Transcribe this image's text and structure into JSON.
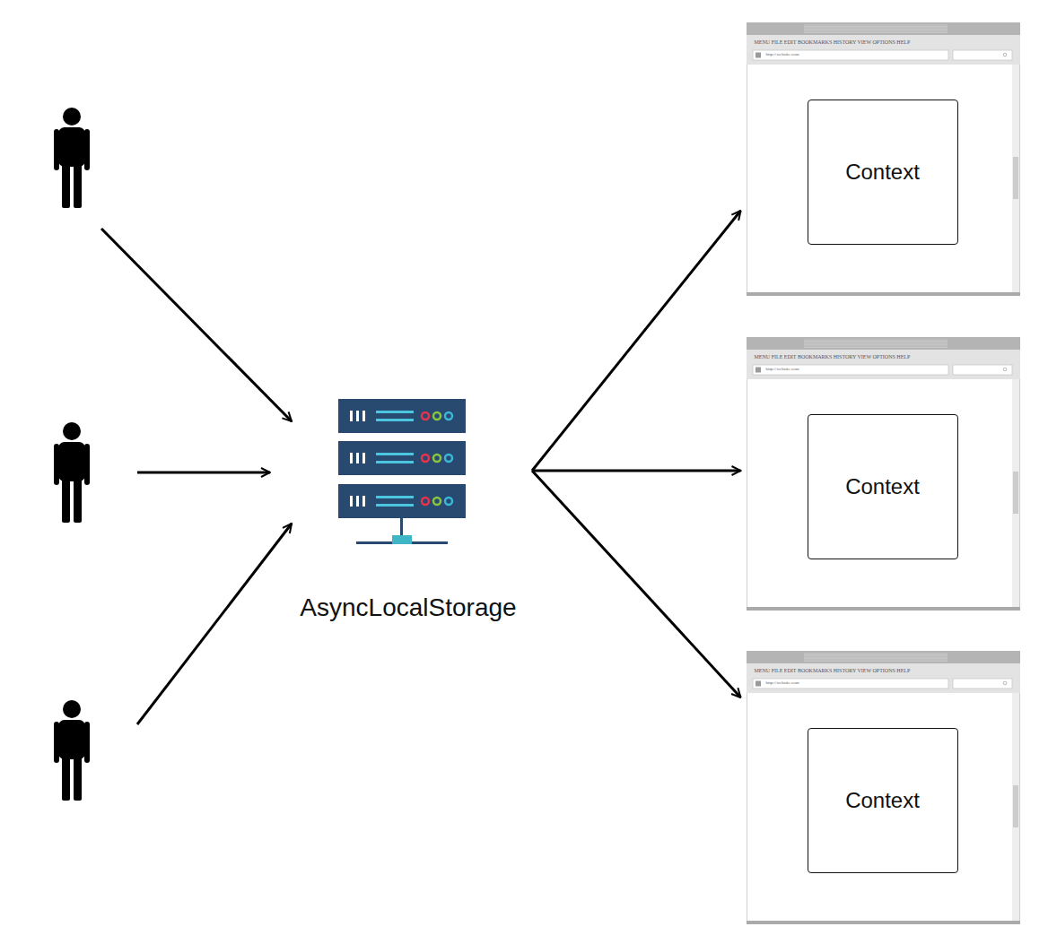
{
  "diagram": {
    "nodes": [
      {
        "text": [
          "AsyncLocalStorage"
        ]
      },
      {
        "text": [
          "MENU FILE EDIT BOOKMARKS HISTORY VIEW OPTIONS HELP",
          "http://website.com"
        ]
      },
      {
        "text": [
          "Context"
        ],
        "in": 1
      },
      {
        "text": [
          "MENU FILE EDIT BOOKMARKS HISTORY VIEW OPTIONS HELP",
          "http://website.com"
        ]
      },
      {
        "text": [
          "Context"
        ],
        "in": 3
      },
      {
        "text": [
          "MENU FILE EDIT BOOKMARKS HISTORY VIEW OPTIONS HELP",
          "http://website.com"
        ]
      },
      {
        "text": [
          "Context"
        ],
        "in": 5
      }
    ],
    "edges": [
      {
        "from": 0,
        "to": 1,
        "arrow": "to"
      },
      {
        "from": 0,
        "to": 3,
        "arrow": "to"
      },
      {
        "from": 0,
        "to": 5,
        "arrow": "to"
      }
    ]
  }
}
